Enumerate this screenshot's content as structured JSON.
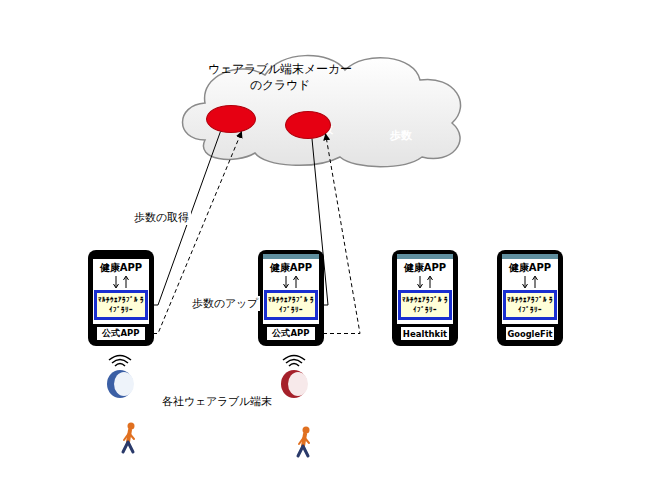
{
  "diagram": {
    "nodes": [
      {
        "text": [
          "ウェアラブル端末メーカー のクラウド"
        ]
      },
      {
        "text": [
          "歩数"
        ],
        "in": 0
      },
      {
        "text": [
          "歩数"
        ],
        "in": 0
      },
      {
        "text": [
          "健康APP"
        ]
      },
      {
        "text": [
          "ﾏﾙﾁｳｪｱﾗﾌﾞﾙ ﾗｲﾌﾞﾗﾘｰ"
        ],
        "in": 3
      },
      {
        "text": [
          "公式APP"
        ],
        "in": 3
      },
      {
        "text": [
          "健康APP"
        ]
      },
      {
        "text": [
          "ﾏﾙﾁｳｪｱﾗﾌﾞﾙ ﾗｲﾌﾞﾗﾘｰ"
        ],
        "in": 6
      },
      {
        "text": [
          "公式APP"
        ],
        "in": 6
      },
      {
        "text": [
          "健康APP"
        ]
      },
      {
        "text": [
          "ﾏﾙﾁｳｪｱﾗﾌﾞﾙ ﾗｲﾌﾞﾗﾘｰ"
        ],
        "in": 9
      },
      {
        "text": [
          "Healthkit"
        ],
        "in": 9
      },
      {
        "text": [
          "健康APP"
        ]
      },
      {
        "text": [
          "ﾏﾙﾁｳｪｱﾗﾌﾞﾙ ﾗｲﾌﾞﾗﾘｰ"
        ],
        "in": 12
      },
      {
        "text": [
          "GoogleFit"
        ],
        "in": 12
      }
    ],
    "edges": [
      {
        "from": 1,
        "to": 4,
        "label": "歩数の取得",
        "arrow": "to"
      },
      {
        "from": 5,
        "to": 1,
        "label": "歩数のアップ",
        "arrow": "to"
      },
      {
        "from": 2,
        "to": 7,
        "arrow": "to"
      },
      {
        "from": 8,
        "to": 2,
        "arrow": "to"
      }
    ],
    "labels": [
      "各社ウェアラブル端末"
    ]
  }
}
